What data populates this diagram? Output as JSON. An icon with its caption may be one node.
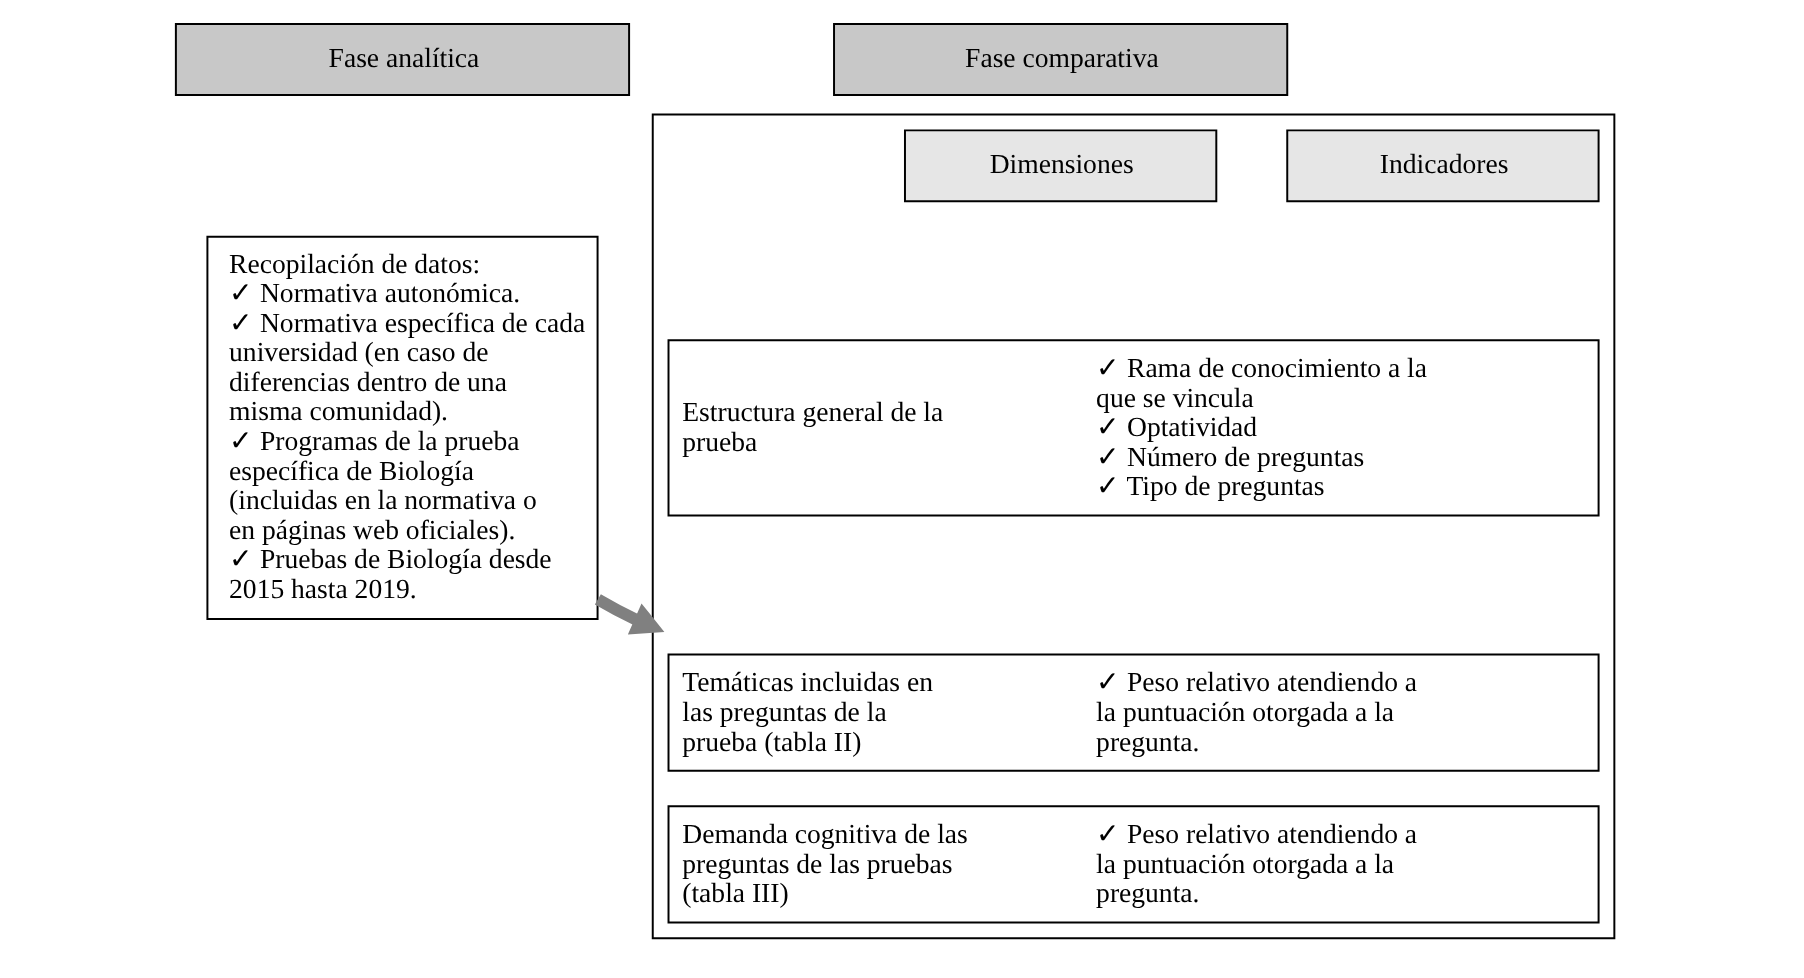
{
  "diagram": {
    "nodes": [
      {
        "text": [
          "Fase analítica"
        ]
      },
      {
        "text": [
          "Recopilación de datos:",
          "✓ Normativa autonómica.",
          "✓ Normativa específica de cada universidad (en caso de diferencias dentro de una misma comunidad).",
          "✓ Programas de la prueba específica de Biología (incluidas en la normativa o en páginas web oficiales).",
          "✓ Pruebas de Biología desde 2015 hasta 2019."
        ]
      },
      {
        "text": [
          "Fase comparativa"
        ]
      },
      {
        "text": [],
        "shape": "box"
      },
      {
        "text": [
          "Dimensiones"
        ],
        "in": 3
      },
      {
        "text": [
          "Indicadores"
        ],
        "in": 3
      },
      {
        "text": [
          "Estructura general de la prueba",
          "✓ Rama de conocimiento a la que se vincula",
          "✓ Optatividad",
          "✓ Número de preguntas",
          "✓ Tipo de preguntas"
        ],
        "in": 3
      },
      {
        "text": [
          "Temáticas incluidas en las preguntas de la prueba (tabla II)",
          "✓ Peso relativo atendiendo a la puntuación otorgada a la pregunta."
        ],
        "in": 3
      },
      {
        "text": [
          "Demanda cognitiva de las preguntas de las pruebas (tabla III)",
          "✓ Peso relativo atendiendo a la puntuación otorgada a la pregunta."
        ],
        "in": 3
      }
    ],
    "edges": [
      {
        "from": 1,
        "to": 3,
        "arrow": "to"
      }
    ]
  }
}
